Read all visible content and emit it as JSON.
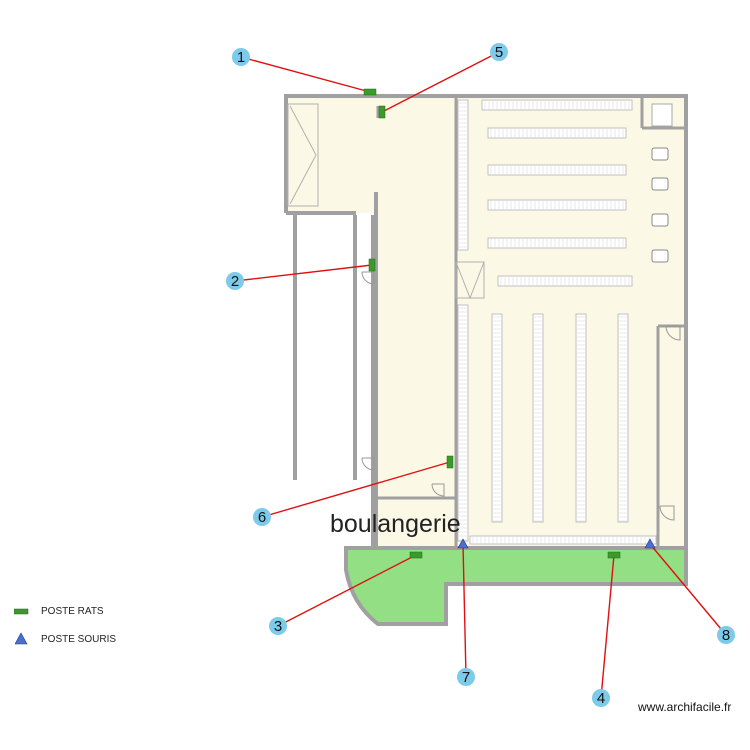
{
  "room_label": "boulangerie",
  "legend": {
    "rats_label": "POSTE RATS",
    "souris_label": "POSTE SOURIS"
  },
  "watermark": "www.archifacile.fr",
  "markers": [
    {
      "id": "1",
      "type": "rats"
    },
    {
      "id": "2",
      "type": "rats"
    },
    {
      "id": "3",
      "type": "rats"
    },
    {
      "id": "4",
      "type": "rats"
    },
    {
      "id": "5",
      "type": "rats"
    },
    {
      "id": "6",
      "type": "rats"
    },
    {
      "id": "7",
      "type": "souris"
    },
    {
      "id": "8",
      "type": "souris"
    }
  ],
  "colors": {
    "wall": "#a0a0a0",
    "floor": "#fbf9e6",
    "exterior": "#93df84",
    "marker_circle": "#7ccbea",
    "rats_station": "#3a9b2a",
    "souris_station": "#4a6fd0",
    "leader_line": "#e01010"
  }
}
